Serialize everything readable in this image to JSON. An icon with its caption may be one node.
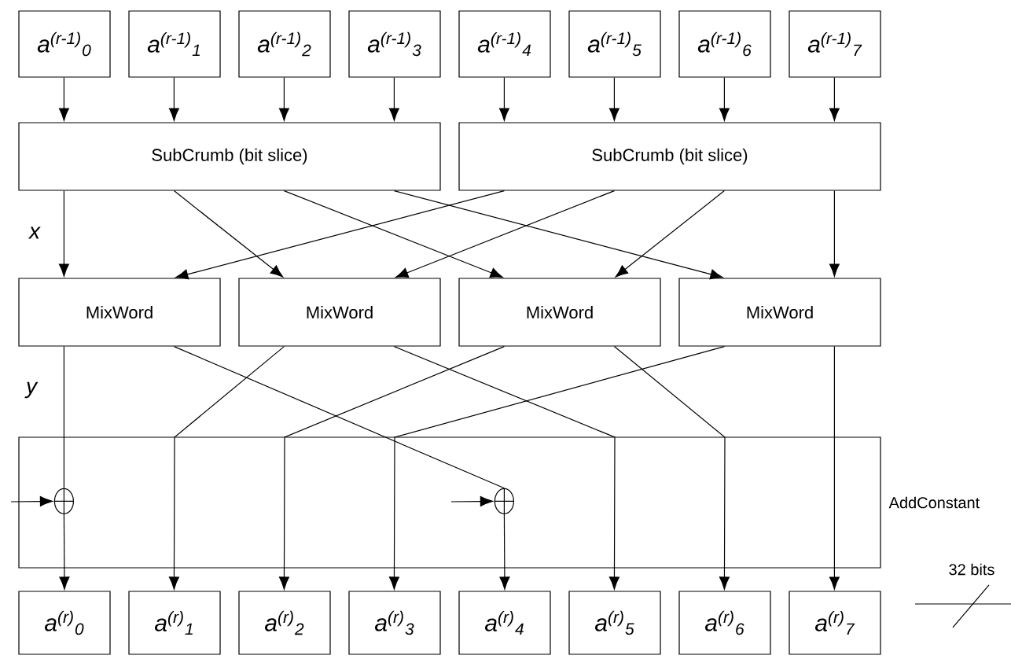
{
  "diagram": {
    "nodes": [
      {
        "text": [
          "a$^{(r-1)}$$_{0}$"
        ]
      },
      {
        "text": [
          "a$^{(r-1)}$$_{1}$"
        ]
      },
      {
        "text": [
          "a$^{(r-1)}$$_{2}$"
        ]
      },
      {
        "text": [
          "a$^{(r-1)}$$_{3}$"
        ]
      },
      {
        "text": [
          "a$^{(r-1)}$$_{4}$"
        ]
      },
      {
        "text": [
          "a$^{(r-1)}$$_{5}$"
        ]
      },
      {
        "text": [
          "a$^{(r-1)}$$_{6}$"
        ]
      },
      {
        "text": [
          "a$^{(r-1)}$$_{7}$"
        ]
      },
      {
        "text": [
          "SubCrumb (bit slice)"
        ]
      },
      {
        "text": [
          "SubCrumb (bit slice)"
        ]
      },
      {
        "text": [
          "MixWord"
        ]
      },
      {
        "text": [
          "MixWord"
        ]
      },
      {
        "text": [
          "MixWord"
        ]
      },
      {
        "text": [
          "MixWord"
        ]
      },
      {
        "text": [
          "AddConstant"
        ]
      },
      {
        "text": [],
        "shape": "circle",
        "in": 14
      },
      {
        "text": [],
        "shape": "circle",
        "in": 14
      },
      {
        "text": [
          "a$^{(r)}$$_{0}$"
        ]
      },
      {
        "text": [
          "a$^{(r)}$$_{1}$"
        ]
      },
      {
        "text": [
          "a$^{(r)}$$_{2}$"
        ]
      },
      {
        "text": [
          "a$^{(r)}$$_{3}$"
        ]
      },
      {
        "text": [
          "a$^{(r)}$$_{4}$"
        ]
      },
      {
        "text": [
          "a$^{(r)}$$_{5}$"
        ]
      },
      {
        "text": [
          "a$^{(r)}$$_{6}$"
        ]
      },
      {
        "text": [
          "a$^{(r)}$$_{7}$"
        ]
      }
    ],
    "edges": [
      {
        "from": 0,
        "to": 8,
        "arrow": "to"
      },
      {
        "from": 1,
        "to": 8,
        "arrow": "to"
      },
      {
        "from": 2,
        "to": 8,
        "arrow": "to"
      },
      {
        "from": 3,
        "to": 8,
        "arrow": "to"
      },
      {
        "from": 4,
        "to": 9,
        "arrow": "to"
      },
      {
        "from": 5,
        "to": 9,
        "arrow": "to"
      },
      {
        "from": 6,
        "to": 9,
        "arrow": "to"
      },
      {
        "from": 7,
        "to": 9,
        "arrow": "to"
      },
      {
        "from": 8,
        "to": 10,
        "arrow": "to"
      },
      {
        "from": 8,
        "to": 11,
        "arrow": "to"
      },
      {
        "from": 8,
        "to": 12,
        "arrow": "to"
      },
      {
        "from": 8,
        "to": 13,
        "arrow": "to"
      },
      {
        "from": 9,
        "to": 10,
        "arrow": "to"
      },
      {
        "from": 9,
        "to": 11,
        "arrow": "to"
      },
      {
        "from": 9,
        "to": 12,
        "arrow": "to"
      },
      {
        "from": 9,
        "to": 13,
        "arrow": "to"
      },
      {
        "from": 10,
        "to": 15,
        "arrow": "none"
      },
      {
        "from": 15,
        "to": 17,
        "arrow": "to"
      },
      {
        "from": 10,
        "to": 16,
        "arrow": "none"
      },
      {
        "from": 16,
        "to": 21,
        "arrow": "to"
      },
      {
        "from": 11,
        "to": 18,
        "arrow": "to"
      },
      {
        "from": 11,
        "to": 22,
        "arrow": "to"
      },
      {
        "from": 12,
        "to": 19,
        "arrow": "to"
      },
      {
        "from": 12,
        "to": 23,
        "arrow": "to"
      },
      {
        "from": 13,
        "to": 20,
        "arrow": "to"
      },
      {
        "from": 13,
        "to": 24,
        "arrow": "to"
      },
      {
        "from": null,
        "to": 15,
        "arrow": "to"
      },
      {
        "from": null,
        "to": 16,
        "arrow": "to"
      }
    ],
    "labels": [
      "x",
      "y",
      "32 bits"
    ]
  }
}
